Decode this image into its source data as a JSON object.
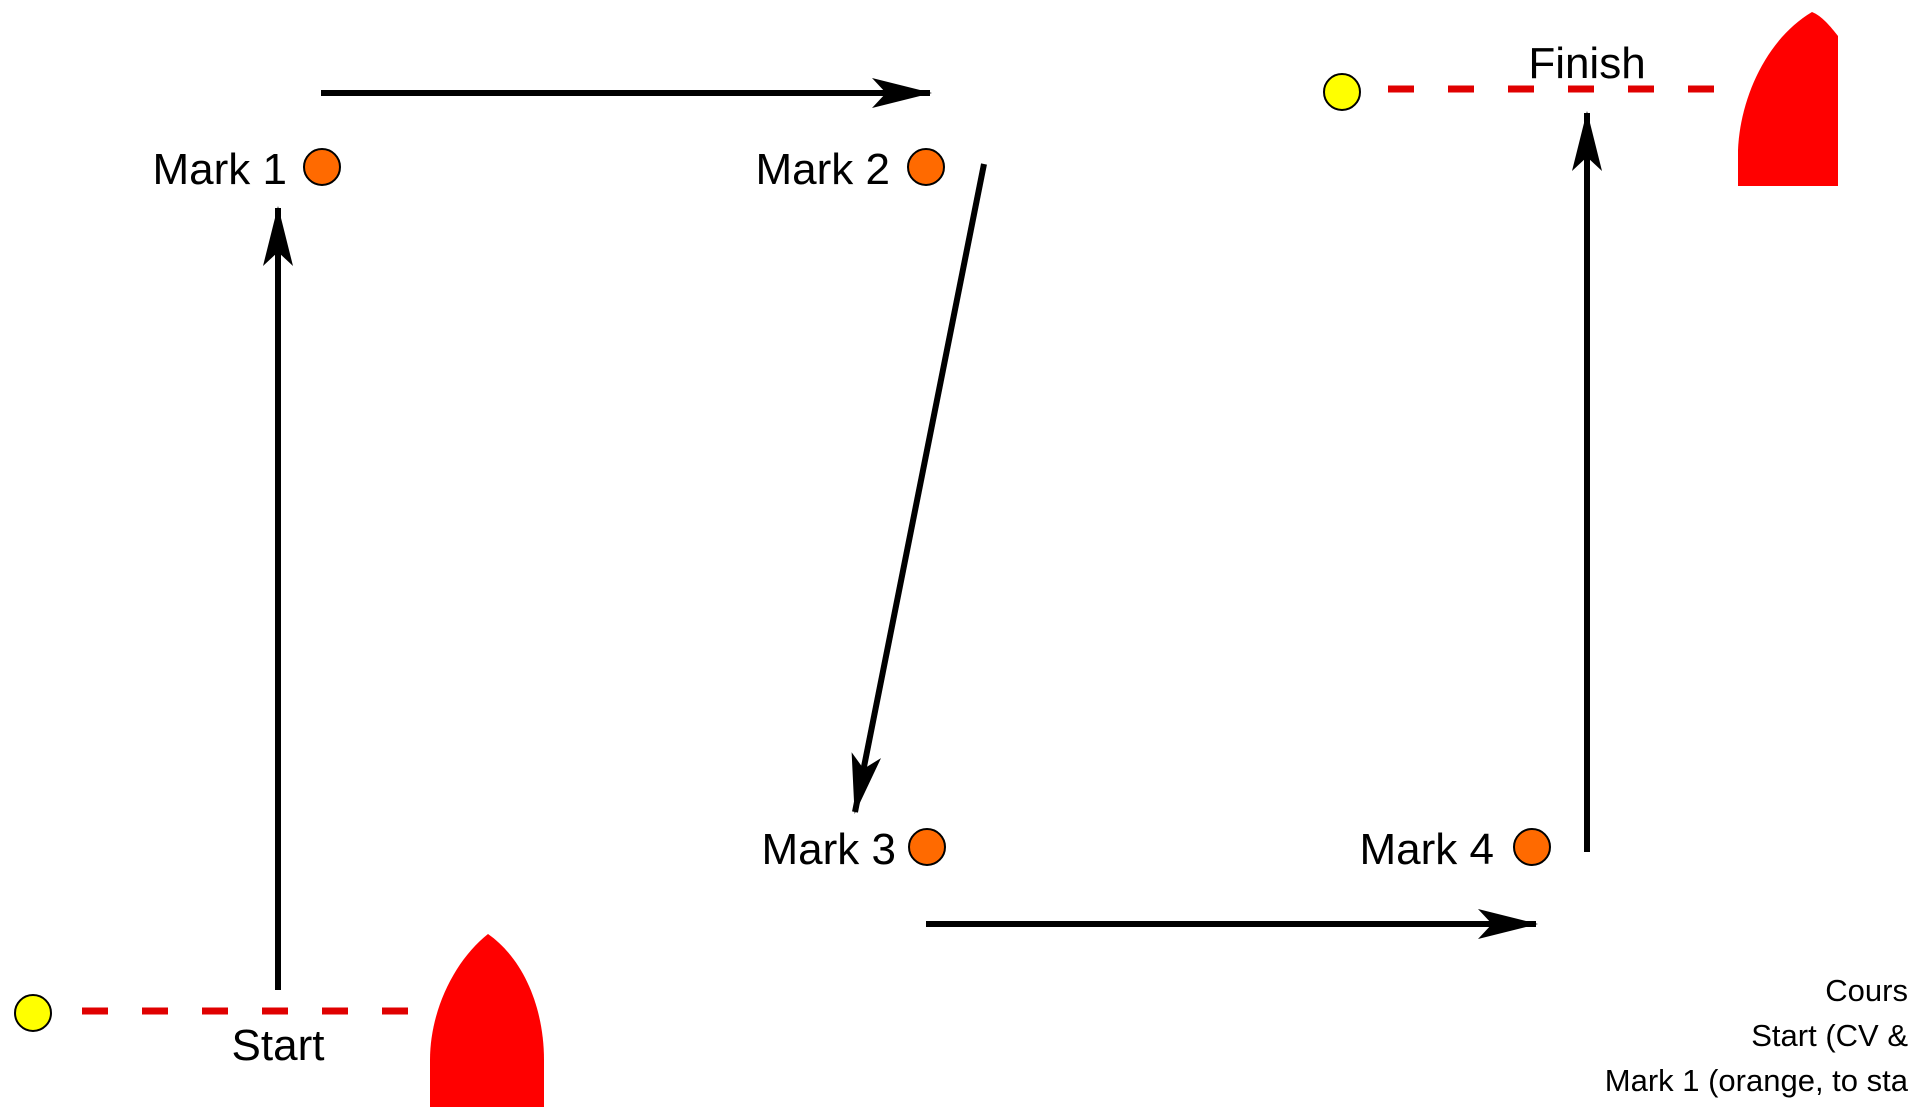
{
  "start": {
    "label": "Start"
  },
  "finish": {
    "label": "Finish"
  },
  "marks": [
    {
      "id": "mark-1",
      "label": "Mark 1"
    },
    {
      "id": "mark-2",
      "label": "Mark 2"
    },
    {
      "id": "mark-3",
      "label": "Mark 3"
    },
    {
      "id": "mark-4",
      "label": "Mark 4"
    }
  ],
  "legend": [
    "Cours",
    "Start (CV &",
    "Mark 1 (orange, to sta"
  ],
  "colors": {
    "mark": "#FF6A00",
    "pin": "#FFFF00",
    "committee_boat": "#FF0000",
    "line": "#E00000",
    "arrow": "#000000"
  }
}
